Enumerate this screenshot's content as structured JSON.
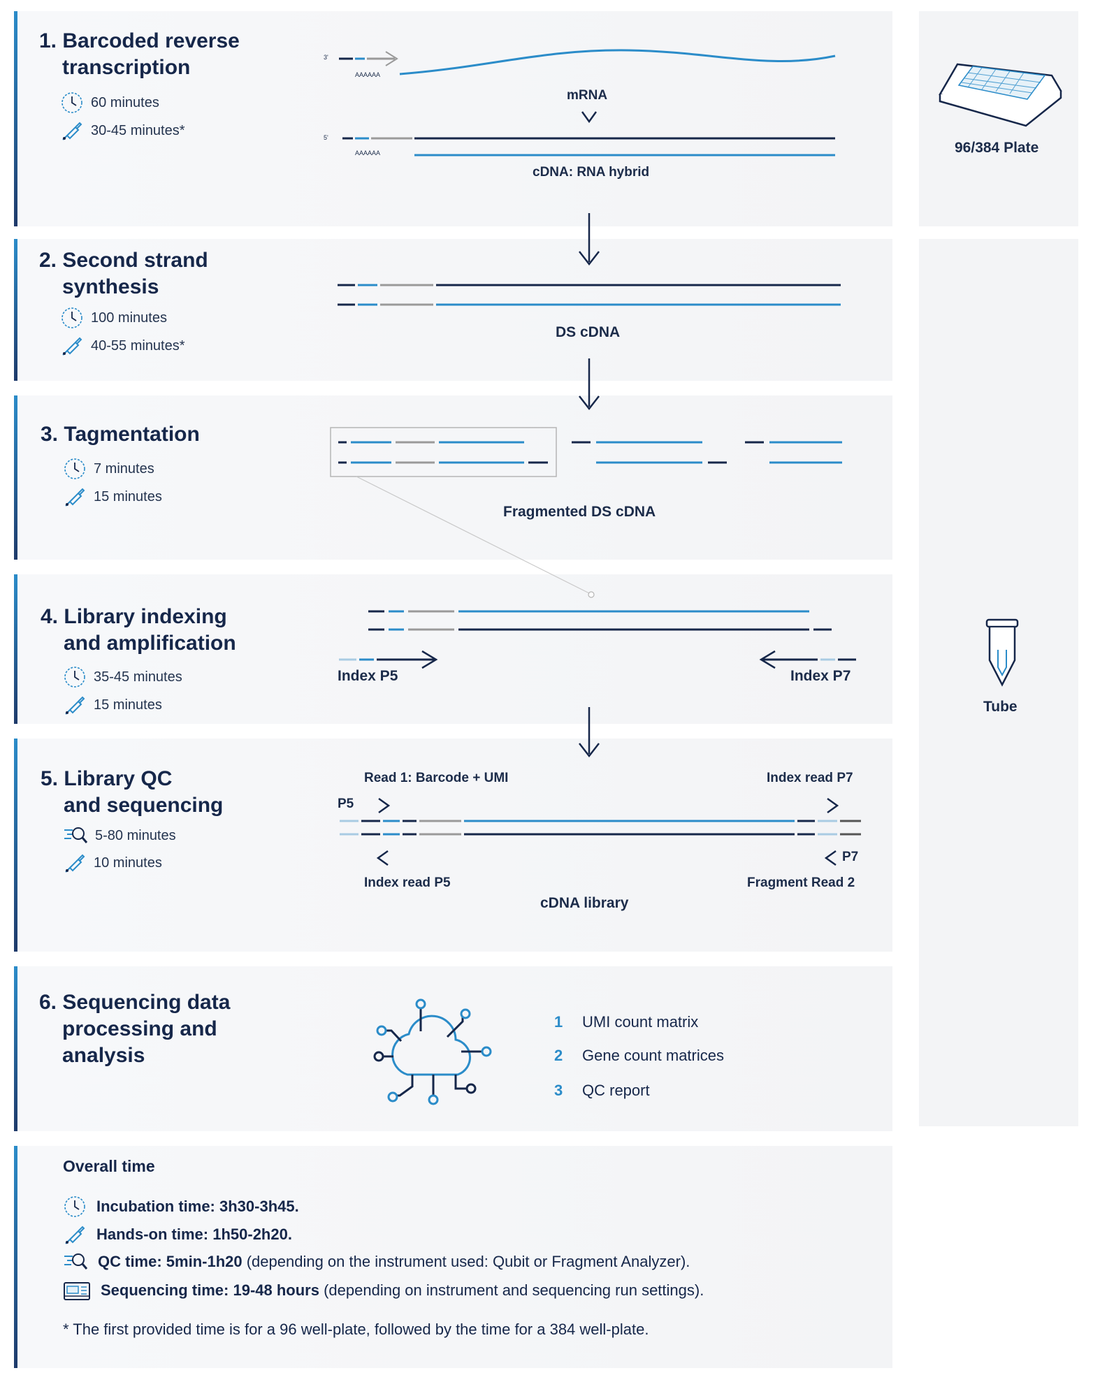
{
  "steps": [
    {
      "num": "1.",
      "title1": "Barcoded reverse",
      "title2": "transcription",
      "incubation": "60 minutes",
      "hands_on": "30-45 minutes*"
    },
    {
      "num": "2.",
      "title1": "Second strand",
      "title2": "synthesis",
      "incubation": "100 minutes",
      "hands_on": "40-55 minutes*"
    },
    {
      "num": "3.",
      "title1": "Tagmentation",
      "title2": "",
      "incubation": "7 minutes",
      "hands_on": "15 minutes"
    },
    {
      "num": "4.",
      "title1": "Library indexing",
      "title2": "and amplification",
      "incubation": "35-45 minutes",
      "hands_on": "15 minutes"
    },
    {
      "num": "5.",
      "title1": "Library QC",
      "title2": "and sequencing",
      "incubation": "5-80 minutes",
      "hands_on": "10 minutes"
    },
    {
      "num": "6.",
      "title1": "Sequencing data",
      "title2": "processing and",
      "title3": "analysis"
    }
  ],
  "diagram": {
    "step1": {
      "three_prime": "3'",
      "five_prime": "5'",
      "polya_top": "AAAAAA",
      "polya_bottom": "AAAAAA",
      "mrna": "mRNA",
      "hybrid": "cDNA: RNA hybrid"
    },
    "step2": {
      "label": "DS cDNA"
    },
    "step3": {
      "label": "Fragmented DS cDNA"
    },
    "step4": {
      "index_p5": "Index P5",
      "index_p7": "Index P7"
    },
    "step5": {
      "read1": "Read 1: Barcode + UMI",
      "index_read_p7": "Index read P7",
      "p5": "P5",
      "p7": "P7",
      "index_read_p5": "Index read P5",
      "fragment_read2": "Fragment Read 2",
      "library": "cDNA library"
    },
    "step6": {
      "outputs": [
        {
          "n": "1",
          "text": "UMI count matrix"
        },
        {
          "n": "2",
          "text": "Gene count matrices"
        },
        {
          "n": "3",
          "text": "QC report"
        }
      ]
    }
  },
  "side": {
    "plate": "96/384 Plate",
    "tube": "Tube"
  },
  "overall": {
    "title": "Overall time",
    "incubation_bold": "Incubation time: 3h30-3h45.",
    "hands_on_bold": "Hands-on time: 1h50-2h20.",
    "qc_bold": "QC time: 5min-1h20",
    "qc_rest": " (depending on the instrument used: Qubit or Fragment Analyzer).",
    "seq_bold": "Sequencing time: 19-48 hours",
    "seq_rest": " (depending on instrument and sequencing run settings).",
    "footnote": "* The first provided time is for a 96 well-plate, followed by the time for a 384 well-plate."
  },
  "colors": {
    "navy": "#16274a",
    "blue": "#2b8cc9",
    "grey": "#9a9a9a",
    "panel": "#f4f5f7"
  },
  "icons": [
    "clock-icon",
    "pipette-icon",
    "qc-icon",
    "sequencer-icon",
    "cloud-network-icon",
    "well-plate-icon",
    "tube-icon"
  ]
}
